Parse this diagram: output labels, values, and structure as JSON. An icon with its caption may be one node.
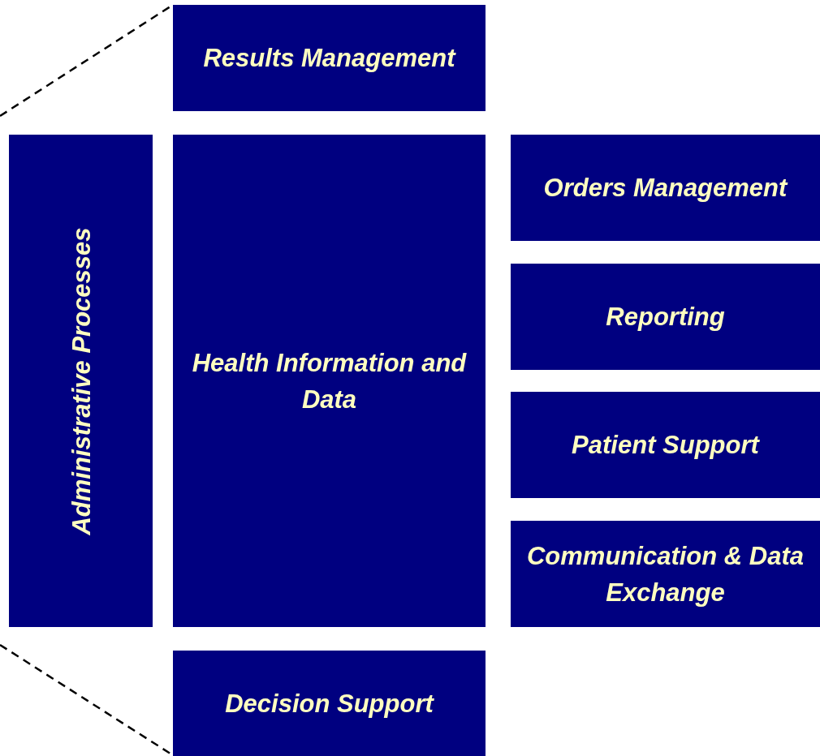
{
  "diagram": {
    "nodes": [
      {
        "text": [
          "Results Management"
        ]
      },
      {
        "text": [
          "Administrative Processes"
        ]
      },
      {
        "text": [
          "Health Information and Data"
        ]
      },
      {
        "text": [
          "Orders Management"
        ]
      },
      {
        "text": [
          "Reporting"
        ]
      },
      {
        "text": [
          "Patient Support"
        ]
      },
      {
        "text": [
          "Communication & Data Exchange"
        ]
      },
      {
        "text": [
          "Decision Support"
        ]
      }
    ],
    "edges": [
      {
        "from": null,
        "to": 0,
        "arrow": "none",
        "style": "dashed"
      },
      {
        "from": null,
        "to": 7,
        "arrow": "none",
        "style": "dashed"
      }
    ]
  }
}
